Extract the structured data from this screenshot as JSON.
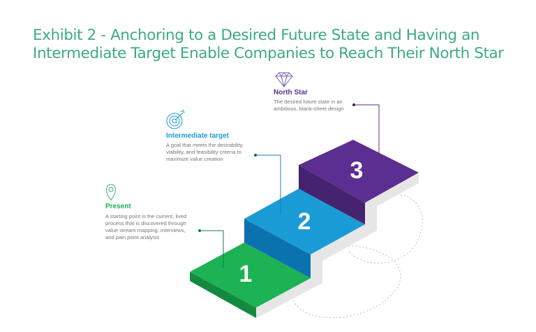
{
  "title": [
    "Exhibit 2 - Anchoring to a Desired Future State and Having an",
    "Intermediate Target Enable Companies to Reach Their North Star"
  ],
  "steps": [
    {
      "number": "1",
      "heading": "Present",
      "text": [
        "A starting point is the current, lived",
        "process that is discovered through",
        "value stream mapping, interviews,",
        "and pain point analysis"
      ],
      "icon": "location-pin-icon",
      "color": "#1db254"
    },
    {
      "number": "2",
      "heading": "Intermediate target",
      "text": [
        "A goal that meets the desirability,",
        "viability, and feasibility criteria to",
        "maximize value creation"
      ],
      "icon": "target-icon",
      "color": "#1a9bd6"
    },
    {
      "number": "3",
      "heading": "North Star",
      "text": [
        "The desired future state in an",
        "ambitious, blank-sheet design"
      ],
      "icon": "diamond-icon",
      "color": "#5b2e91"
    }
  ]
}
